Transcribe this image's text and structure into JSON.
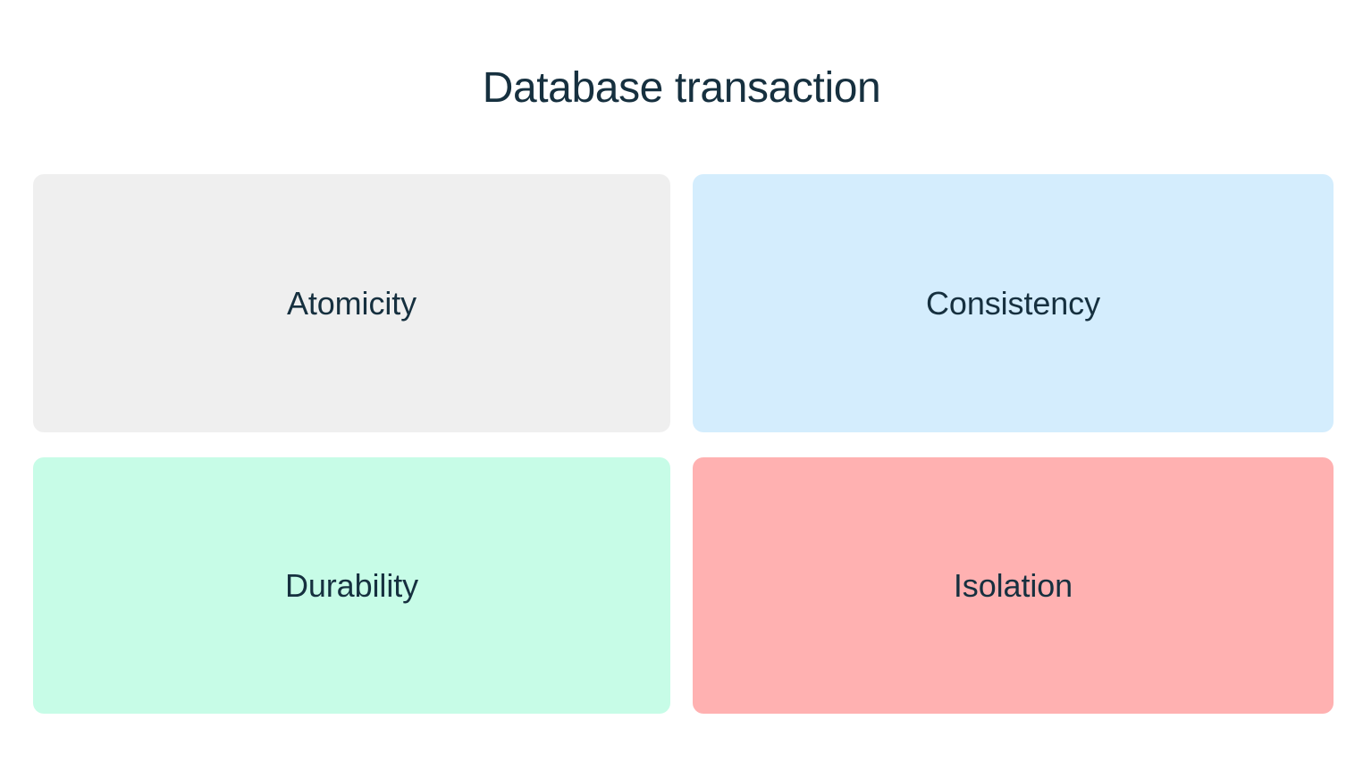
{
  "page": {
    "background_color": "#ffffff",
    "title": "Database transaction",
    "title_color": "#16303f"
  },
  "cards": [
    {
      "id": "atomicity",
      "label": "Atomicity",
      "background_color": "#efefef",
      "text_color": "#16303f",
      "row": 1,
      "column": 1
    },
    {
      "id": "consistency",
      "label": "Consistency",
      "background_color": "#d4edfd",
      "text_color": "#16303f",
      "row": 1,
      "column": 2
    },
    {
      "id": "durability",
      "label": "Durability",
      "background_color": "#c7fce7",
      "text_color": "#16303f",
      "row": 2,
      "column": 1
    },
    {
      "id": "isolation",
      "label": "Isolation",
      "background_color": "#ffb1b1",
      "text_color": "#16303f",
      "row": 2,
      "column": 2
    }
  ]
}
